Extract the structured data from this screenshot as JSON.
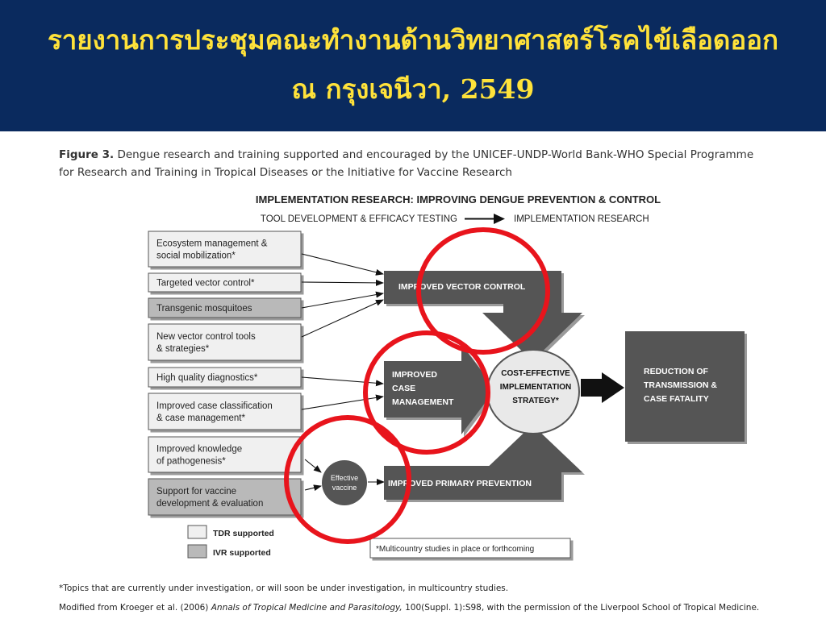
{
  "slide": {
    "title_line1": "รายงานการประชุมคณะทำงานด้านวิทยาศาสตร์โรคไข้เลือดออก",
    "title_line2": "ณ กรุงเจนีวา, 2549"
  },
  "figure": {
    "caption_label": "Figure 3.",
    "caption_line1": "Dengue research and training supported and encouraged by the UNICEF-UNDP-World Bank-WHO Special Programme",
    "caption_line2": "for Research and Training in Tropical Diseases or the Initiative for Vaccine Research",
    "diagram_title": "IMPLEMENTATION RESEARCH: IMPROVING DENGUE PREVENTION & CONTROL",
    "flow_left": "TOOL DEVELOPMENT & EFFICACY TESTING",
    "flow_right": "IMPLEMENTATION RESEARCH",
    "inputs": [
      {
        "lines": [
          "Ecosystem management &",
          "social mobilization*"
        ],
        "support": "TDR"
      },
      {
        "lines": [
          "Targeted vector control*"
        ],
        "support": "TDR"
      },
      {
        "lines": [
          "Transgenic mosquitoes"
        ],
        "support": "IVR"
      },
      {
        "lines": [
          "New vector control tools",
          "& strategies*"
        ],
        "support": "TDR"
      },
      {
        "lines": [
          "High quality diagnostics*"
        ],
        "support": "TDR"
      },
      {
        "lines": [
          "Improved case classification",
          "& case management*"
        ],
        "support": "TDR"
      },
      {
        "lines": [
          "Improved knowledge",
          "of pathogenesis*"
        ],
        "support": "TDR"
      },
      {
        "lines": [
          "Support for vaccine",
          "development & evaluation"
        ],
        "support": "IVR"
      }
    ],
    "vaccine_node": [
      "Effective",
      "vaccine"
    ],
    "arrow_vector": "IMPROVED VECTOR CONTROL",
    "arrow_case": [
      "IMPROVED",
      "CASE",
      "MANAGEMENT"
    ],
    "arrow_primary": "IMPROVED PRIMARY PREVENTION",
    "center_node": [
      "COST-EFFECTIVE",
      "IMPLEMENTATION",
      "STRATEGY*"
    ],
    "outcome": [
      "REDUCTION OF",
      "TRANSMISSION &",
      "CASE FATALITY"
    ],
    "legend": {
      "tdr": "TDR supported",
      "ivr": "IVR supported"
    },
    "multicountry_note": "*Multicountry studies in place or forthcoming",
    "footnote1": "*Topics that are currently under investigation, or will soon be under investigation, in multicountry studies.",
    "footnote2_pre": "Modified from Kroeger et al. (2006) ",
    "footnote2_journal": "Annals of Tropical Medicine and Parasitology,",
    "footnote2_post": " 100(Suppl. 1):S98, with the permission of the Liverpool School of Tropical Medicine."
  },
  "colors": {
    "title_bg": "#0a2a5e",
    "title_text": "#ffe23a",
    "tdr_fill": "#f0f0f0",
    "ivr_fill": "#b9b9b9",
    "dark_shape": "#555555",
    "highlight_circle": "#e8141c"
  }
}
